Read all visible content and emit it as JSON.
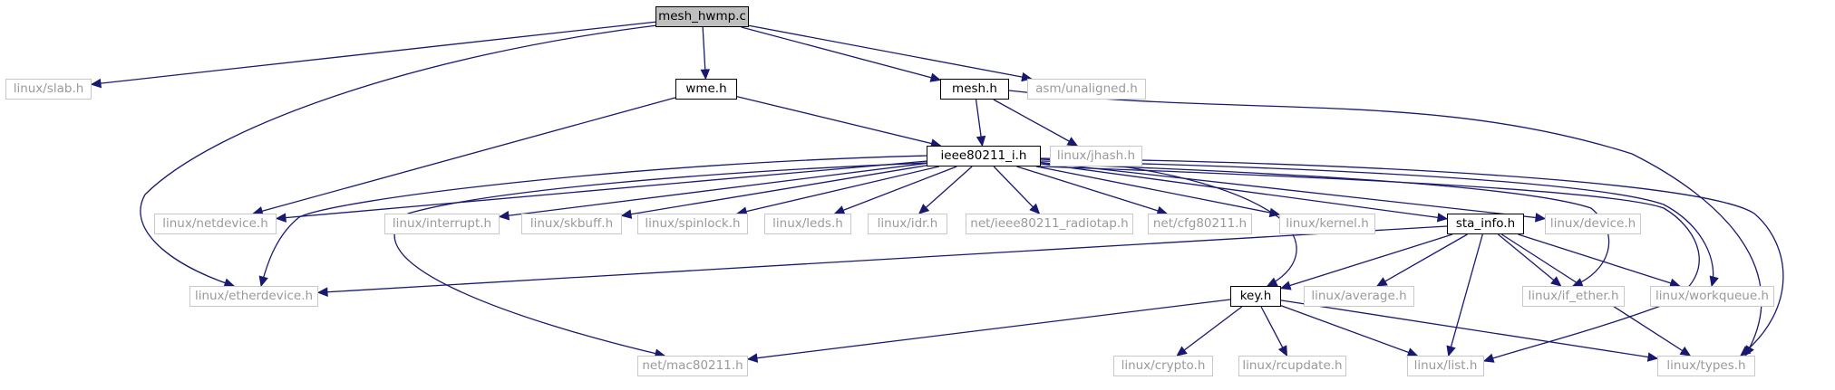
{
  "graph": {
    "nodes": [
      {
        "id": "root",
        "label": "mesh_hwmp.c",
        "kind": "root"
      },
      {
        "id": "slab",
        "label": "linux/slab.h",
        "kind": "ext"
      },
      {
        "id": "wme",
        "label": "wme.h",
        "kind": "local"
      },
      {
        "id": "mesh",
        "label": "mesh.h",
        "kind": "local"
      },
      {
        "id": "unaligned",
        "label": "asm/unaligned.h",
        "kind": "ext"
      },
      {
        "id": "ieee",
        "label": "ieee80211_i.h",
        "kind": "local"
      },
      {
        "id": "jhash",
        "label": "linux/jhash.h",
        "kind": "ext"
      },
      {
        "id": "netdevice",
        "label": "linux/netdevice.h",
        "kind": "ext"
      },
      {
        "id": "interrupt",
        "label": "linux/interrupt.h",
        "kind": "ext"
      },
      {
        "id": "skbuff",
        "label": "linux/skbuff.h",
        "kind": "ext"
      },
      {
        "id": "spinlock",
        "label": "linux/spinlock.h",
        "kind": "ext"
      },
      {
        "id": "leds",
        "label": "linux/leds.h",
        "kind": "ext"
      },
      {
        "id": "idr",
        "label": "linux/idr.h",
        "kind": "ext"
      },
      {
        "id": "radiotap",
        "label": "net/ieee80211_radiotap.h",
        "kind": "ext"
      },
      {
        "id": "cfg80211",
        "label": "net/cfg80211.h",
        "kind": "ext"
      },
      {
        "id": "kernel",
        "label": "linux/kernel.h",
        "kind": "ext"
      },
      {
        "id": "sta_info",
        "label": "sta_info.h",
        "kind": "local"
      },
      {
        "id": "device",
        "label": "linux/device.h",
        "kind": "ext"
      },
      {
        "id": "etherdevice",
        "label": "linux/etherdevice.h",
        "kind": "ext"
      },
      {
        "id": "key",
        "label": "key.h",
        "kind": "local"
      },
      {
        "id": "average",
        "label": "linux/average.h",
        "kind": "ext"
      },
      {
        "id": "if_ether",
        "label": "linux/if_ether.h",
        "kind": "ext"
      },
      {
        "id": "workqueue",
        "label": "linux/workqueue.h",
        "kind": "ext"
      },
      {
        "id": "mac80211",
        "label": "net/mac80211.h",
        "kind": "ext"
      },
      {
        "id": "crypto",
        "label": "linux/crypto.h",
        "kind": "ext"
      },
      {
        "id": "rcupdate",
        "label": "linux/rcupdate.h",
        "kind": "ext"
      },
      {
        "id": "list",
        "label": "linux/list.h",
        "kind": "ext"
      },
      {
        "id": "types",
        "label": "linux/types.h",
        "kind": "ext"
      }
    ],
    "edges": [
      [
        "root",
        "slab"
      ],
      [
        "root",
        "wme"
      ],
      [
        "root",
        "mesh"
      ],
      [
        "root",
        "unaligned"
      ],
      [
        "root",
        "etherdevice"
      ],
      [
        "wme",
        "ieee"
      ],
      [
        "wme",
        "netdevice"
      ],
      [
        "mesh",
        "ieee"
      ],
      [
        "mesh",
        "jhash"
      ],
      [
        "mesh",
        "types"
      ],
      [
        "ieee",
        "netdevice"
      ],
      [
        "ieee",
        "etherdevice"
      ],
      [
        "ieee",
        "interrupt"
      ],
      [
        "ieee",
        "skbuff"
      ],
      [
        "ieee",
        "spinlock"
      ],
      [
        "ieee",
        "leds"
      ],
      [
        "ieee",
        "idr"
      ],
      [
        "ieee",
        "radiotap"
      ],
      [
        "ieee",
        "cfg80211"
      ],
      [
        "ieee",
        "kernel"
      ],
      [
        "ieee",
        "sta_info"
      ],
      [
        "ieee",
        "device"
      ],
      [
        "ieee",
        "key"
      ],
      [
        "ieee",
        "if_ether"
      ],
      [
        "ieee",
        "workqueue"
      ],
      [
        "ieee",
        "mac80211"
      ],
      [
        "ieee",
        "list"
      ],
      [
        "ieee",
        "types"
      ],
      [
        "sta_info",
        "etherdevice"
      ],
      [
        "sta_info",
        "key"
      ],
      [
        "sta_info",
        "average"
      ],
      [
        "sta_info",
        "if_ether"
      ],
      [
        "sta_info",
        "workqueue"
      ],
      [
        "sta_info",
        "list"
      ],
      [
        "sta_info",
        "types"
      ],
      [
        "key",
        "mac80211"
      ],
      [
        "key",
        "crypto"
      ],
      [
        "key",
        "rcupdate"
      ],
      [
        "key",
        "list"
      ],
      [
        "key",
        "types"
      ]
    ]
  },
  "colors": {
    "edge": "#191970",
    "root_fill": "#bfbfbf",
    "local_border": "#000000",
    "external_border": "#bfbfbf",
    "external_text": "#9a9a9a"
  }
}
